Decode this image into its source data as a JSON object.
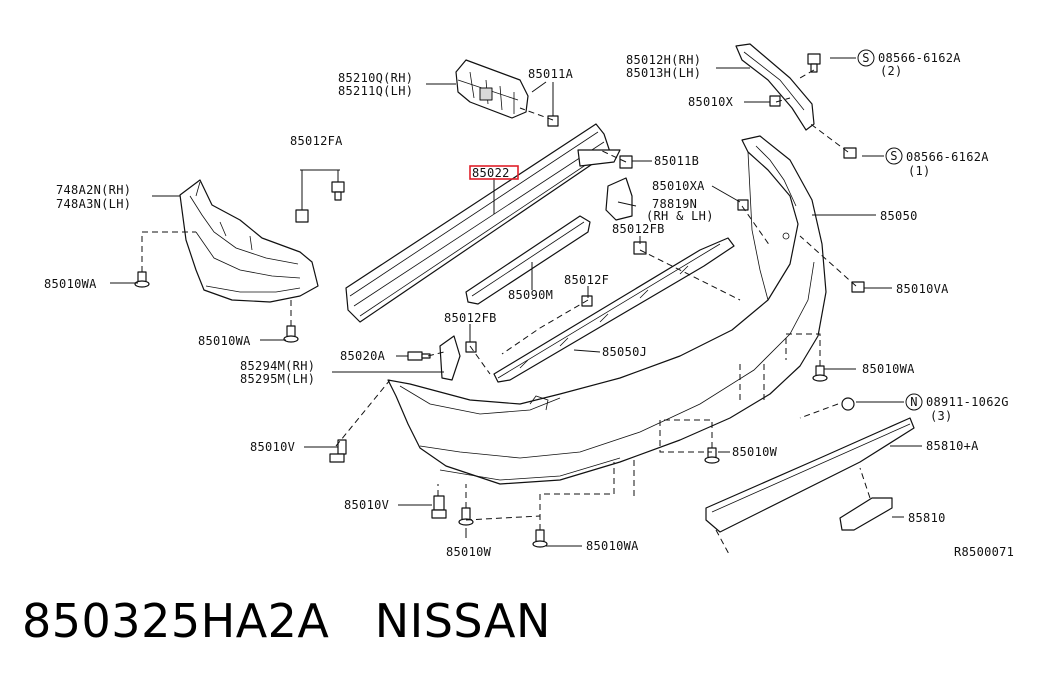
{
  "footer": {
    "title": "850325HA2A   NISSAN"
  },
  "diagram": {
    "highlight_color": "#e0202a",
    "ref_code": "R8500071",
    "labels": {
      "l85012H": "85012H(RH)",
      "l85013H": "85013H(LH)",
      "l08566a": "08566-6162A",
      "l08566a_qty": "(2)",
      "l85210Q": "85210Q(RH)",
      "l85211Q": "85211Q(LH)",
      "l85011A": "85011A",
      "l85010X": "85010X",
      "l08566b": "08566-6162A",
      "l08566b_qty": "(1)",
      "l85012FA": "85012FA",
      "l85022": "85022",
      "l85011B": "85011B",
      "l748A2N": "748A2N(RH)",
      "l748A3N": "748A3N(LH)",
      "l85010XA": "85010XA",
      "l78819N": "78819N",
      "l78819N_side": "(RH & LH)",
      "l85050": "85050",
      "l85012FB_top": "85012FB",
      "l85010WA_left": "85010WA",
      "l85012F": "85012F",
      "l85090M": "85090M",
      "l85010VA": "85010VA",
      "l85010WA_mid": "85010WA",
      "l85012FB_mid": "85012FB",
      "l85020A": "85020A",
      "l85050J": "85050J",
      "l85294M": "85294M(RH)",
      "l85295M": "85295M(LH)",
      "l85010WA_right": "85010WA",
      "l08911": "08911-1062G",
      "l08911_qty": "(3)",
      "l85010V_left": "85010V",
      "l85010W_mid": "85010W",
      "l85810A": "85810+A",
      "l85010V_low": "85010V",
      "l85010W_low": "85010W",
      "l85010WA_low": "85010WA",
      "l85810": "85810",
      "sym_s": "S",
      "sym_n": "N"
    }
  }
}
